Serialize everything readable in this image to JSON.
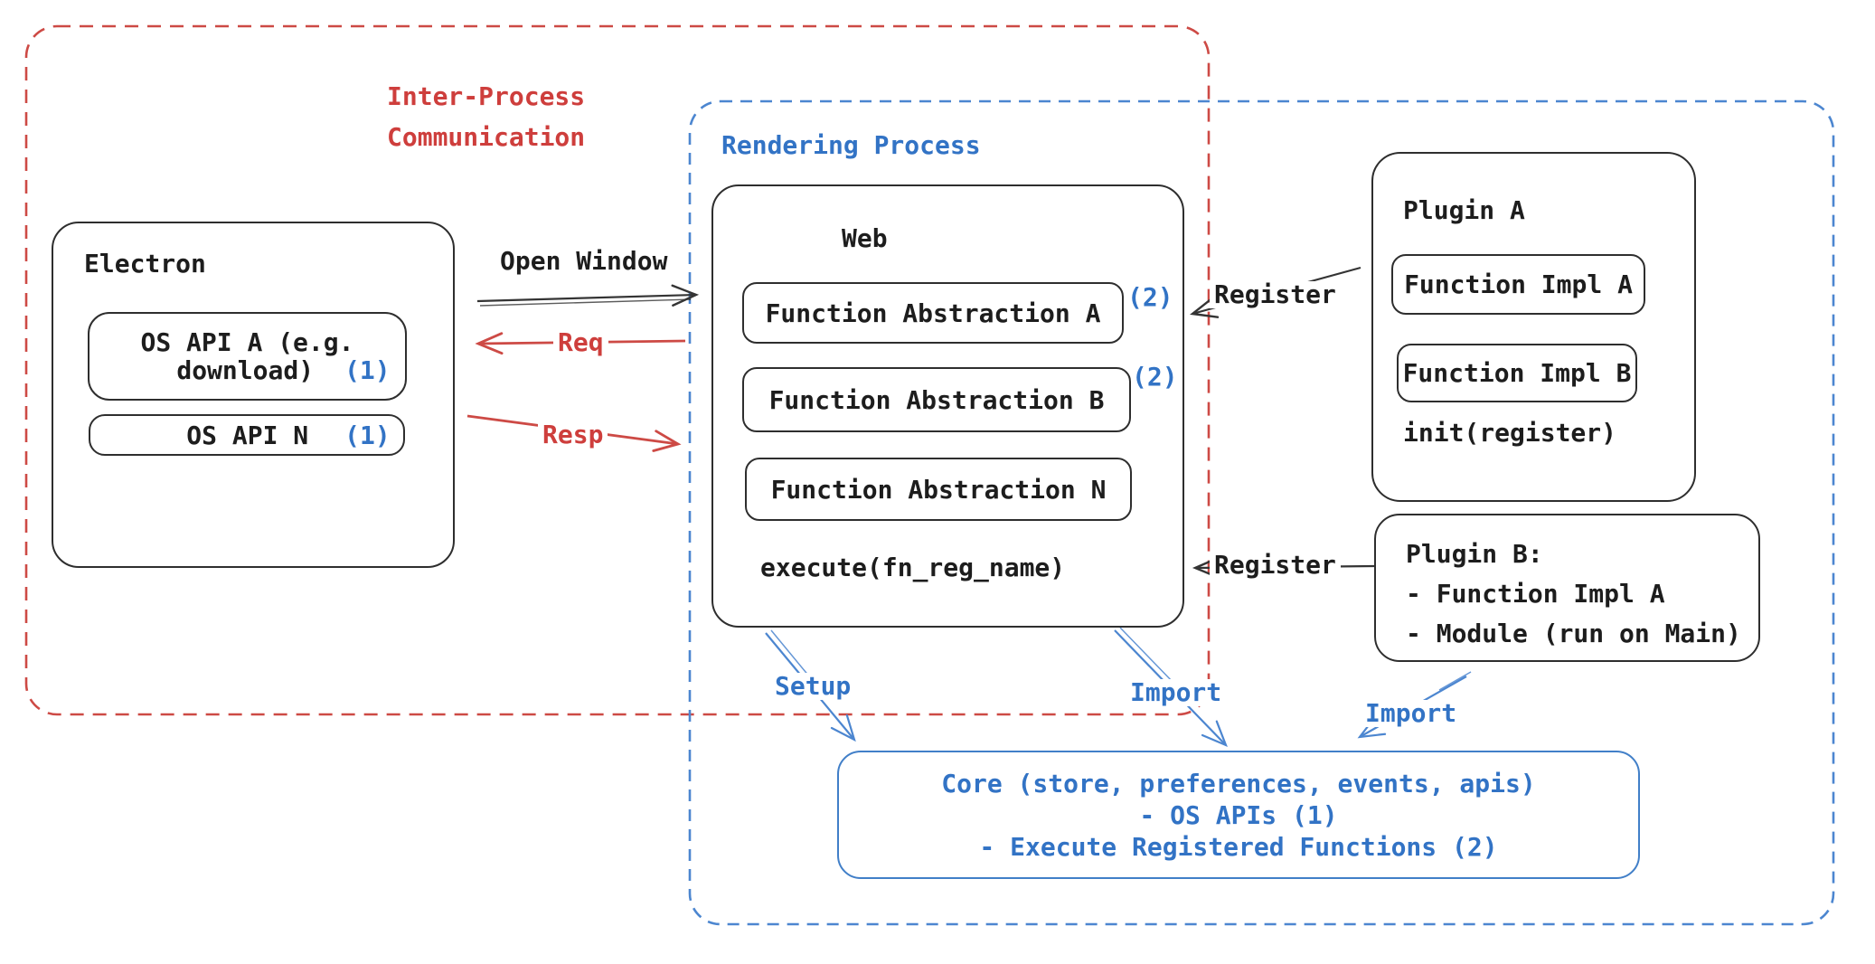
{
  "ipc_group": {
    "title_line1": "Inter-Process",
    "title_line2": "Communication"
  },
  "rendering_group": {
    "title": "Rendering Process"
  },
  "electron": {
    "title": "Electron",
    "os_api_a": {
      "line1": "OS API A (e.g.",
      "line2": "download)",
      "badge": "(1)"
    },
    "os_api_n": {
      "label": "OS API N",
      "badge": "(1)"
    }
  },
  "web": {
    "title": "Web",
    "fn_a": {
      "label": "Function Abstraction A",
      "badge": "(2)"
    },
    "fn_b": {
      "label": "Function Abstraction B",
      "badge": "(2)"
    },
    "fn_n": {
      "label": "Function Abstraction N"
    },
    "execute_label": "execute(fn_reg_name)"
  },
  "plugin_a": {
    "title": "Plugin A",
    "impl_a": "Function Impl A",
    "impl_b": "Function Impl B",
    "init_label": "init(register)"
  },
  "plugin_b": {
    "line1": "Plugin B:",
    "line2": "- Function Impl A",
    "line3": "- Module (run on Main)"
  },
  "core": {
    "line1": "Core (store, preferences, events, apis)",
    "line2": "- OS APIs (1)",
    "line3": "- Execute Registered Functions (2)"
  },
  "arrow_labels": {
    "open_window": "Open Window",
    "req": "Req",
    "resp": "Resp",
    "register_top": "Register",
    "register_bottom": "Register",
    "setup": "Setup",
    "import_mid": "Import",
    "import_right": "Import"
  },
  "colors": {
    "red_text": "#ce3e3c",
    "red_line": "#cd4a45",
    "blue_text": "#3273c5",
    "blue_line": "#4c86d0",
    "black_line": "#343434",
    "box_border": "#2e2e2e"
  }
}
